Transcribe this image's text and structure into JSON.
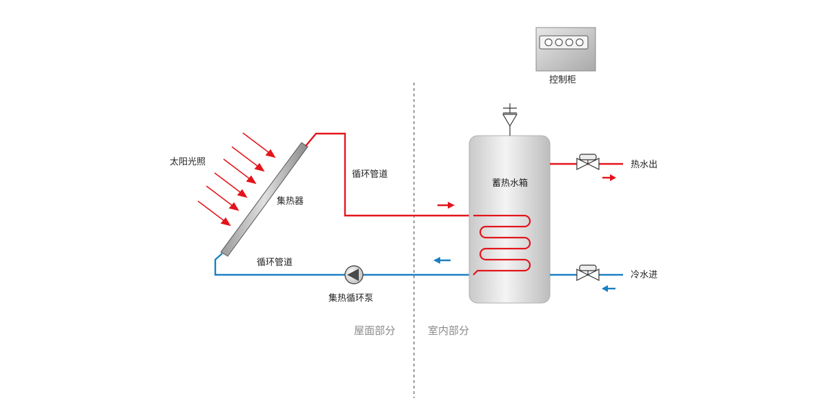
{
  "labels": {
    "sunlight": "太阳光照",
    "collector": "集热器",
    "circulation_pipe_upper": "循环管道",
    "circulation_pipe_lower": "循环管道",
    "pump": "集热循环泵",
    "storage_tank": "蓄热水箱",
    "control_cabinet": "控制柜",
    "hot_water_out": "热水出",
    "cold_water_in": "冷水进",
    "roof_section": "屋面部分",
    "indoor_section": "室内部分"
  },
  "colors": {
    "hot": "#e3141b",
    "cold": "#1a7fc1",
    "divider": "#7a7a7a",
    "tank": "#d8d8d8",
    "cabinet": "#c8c8c8"
  }
}
